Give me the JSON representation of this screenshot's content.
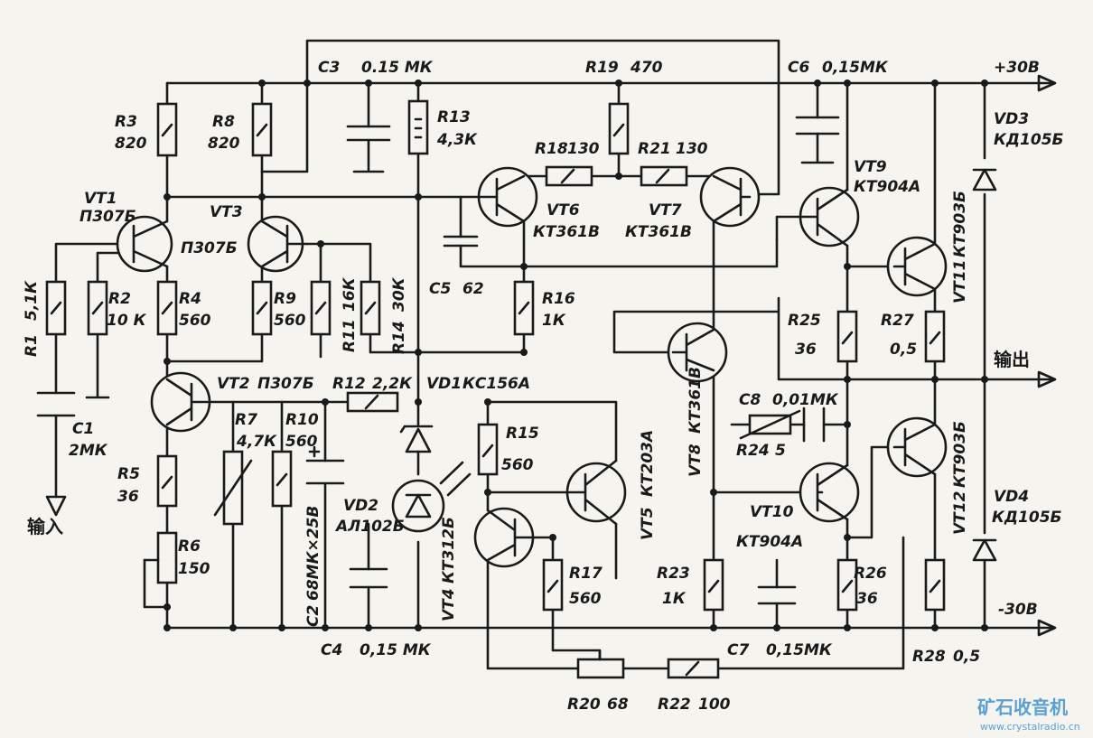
{
  "title": "",
  "watermark": {
    "name": "矿石收音机",
    "url": "www.crystalradio.cn"
  },
  "rails": {
    "pos": "+30В",
    "neg": "-30В",
    "input": "输入",
    "output": "输出"
  },
  "parts": {
    "VT1": {
      "ref": "VT1",
      "type": "П307Б"
    },
    "VT2": {
      "ref": "VT2",
      "type": "П307Б"
    },
    "VT3": {
      "ref": "VT3",
      "type": "П307Б"
    },
    "VT4": {
      "ref": "VT4",
      "type": "КТ312Б"
    },
    "VT5": {
      "ref": "VT5",
      "type": "КТ203А"
    },
    "VT6": {
      "ref": "VT6",
      "type": "КТ361В"
    },
    "VT7": {
      "ref": "VT7",
      "type": "КТ361В"
    },
    "VT8": {
      "ref": "VT8",
      "type": "КТ361В"
    },
    "VT9": {
      "ref": "VT9",
      "type": "КТ904А"
    },
    "VT10": {
      "ref": "VT10",
      "type": "КТ904А"
    },
    "VT11": {
      "ref": "VT11",
      "type": "КТ903Б"
    },
    "VT12": {
      "ref": "VT12",
      "type": "КТ903Б"
    },
    "VD1": {
      "ref": "VD1",
      "type": "КС156А"
    },
    "VD2": {
      "ref": "VD2",
      "type": "АЛ102Б"
    },
    "VD3": {
      "ref": "VD3",
      "type": "КД105Б"
    },
    "VD4": {
      "ref": "VD4",
      "type": "КД105Б"
    },
    "R1": {
      "ref": "R1",
      "value": "5,1К"
    },
    "R2": {
      "ref": "R2",
      "value": "10 К"
    },
    "R3": {
      "ref": "R3",
      "value": "820"
    },
    "R4": {
      "ref": "R4",
      "value": "560"
    },
    "R5": {
      "ref": "R5",
      "value": "36"
    },
    "R6": {
      "ref": "R6",
      "value": "150"
    },
    "R7": {
      "ref": "R7",
      "value": "4,7К"
    },
    "R8": {
      "ref": "R8",
      "value": "820"
    },
    "R9": {
      "ref": "R9",
      "value": "560"
    },
    "R10": {
      "ref": "R10",
      "value": "560"
    },
    "R11": {
      "ref": "R11",
      "value": "16К"
    },
    "R12": {
      "ref": "R12",
      "value": "2,2К"
    },
    "R13": {
      "ref": "R13",
      "value": "4,3К"
    },
    "R14": {
      "ref": "R14",
      "value": "30К"
    },
    "R15": {
      "ref": "R15",
      "value": "560"
    },
    "R16": {
      "ref": "R16",
      "value": "1К"
    },
    "R17": {
      "ref": "R17",
      "value": "560"
    },
    "R18": {
      "ref": "R18",
      "value": "130"
    },
    "R19": {
      "ref": "R19",
      "value": "470"
    },
    "R20": {
      "ref": "R20",
      "value": "68"
    },
    "R21": {
      "ref": "R21",
      "value": "130"
    },
    "R22": {
      "ref": "R22",
      "value": "100"
    },
    "R23": {
      "ref": "R23",
      "value": "1К"
    },
    "R24": {
      "ref": "R24",
      "value": "5"
    },
    "R25": {
      "ref": "R25",
      "value": "36"
    },
    "R26": {
      "ref": "R26",
      "value": "36"
    },
    "R27": {
      "ref": "R27",
      "value": "0,5"
    },
    "R28": {
      "ref": "R28",
      "value": "0,5"
    },
    "C1": {
      "ref": "C1",
      "value": "2МК"
    },
    "C2": {
      "ref": "C2",
      "value": "68МК×25В"
    },
    "C3": {
      "ref": "C3",
      "value": "0.15 МК"
    },
    "C4": {
      "ref": "C4",
      "value": "0,15 МК"
    },
    "C5": {
      "ref": "C5",
      "value": "62"
    },
    "C6": {
      "ref": "C6",
      "value": "0,15МК"
    },
    "C7": {
      "ref": "C7",
      "value": "0,15МК"
    },
    "C8": {
      "ref": "C8",
      "value": "0,01МК"
    }
  }
}
